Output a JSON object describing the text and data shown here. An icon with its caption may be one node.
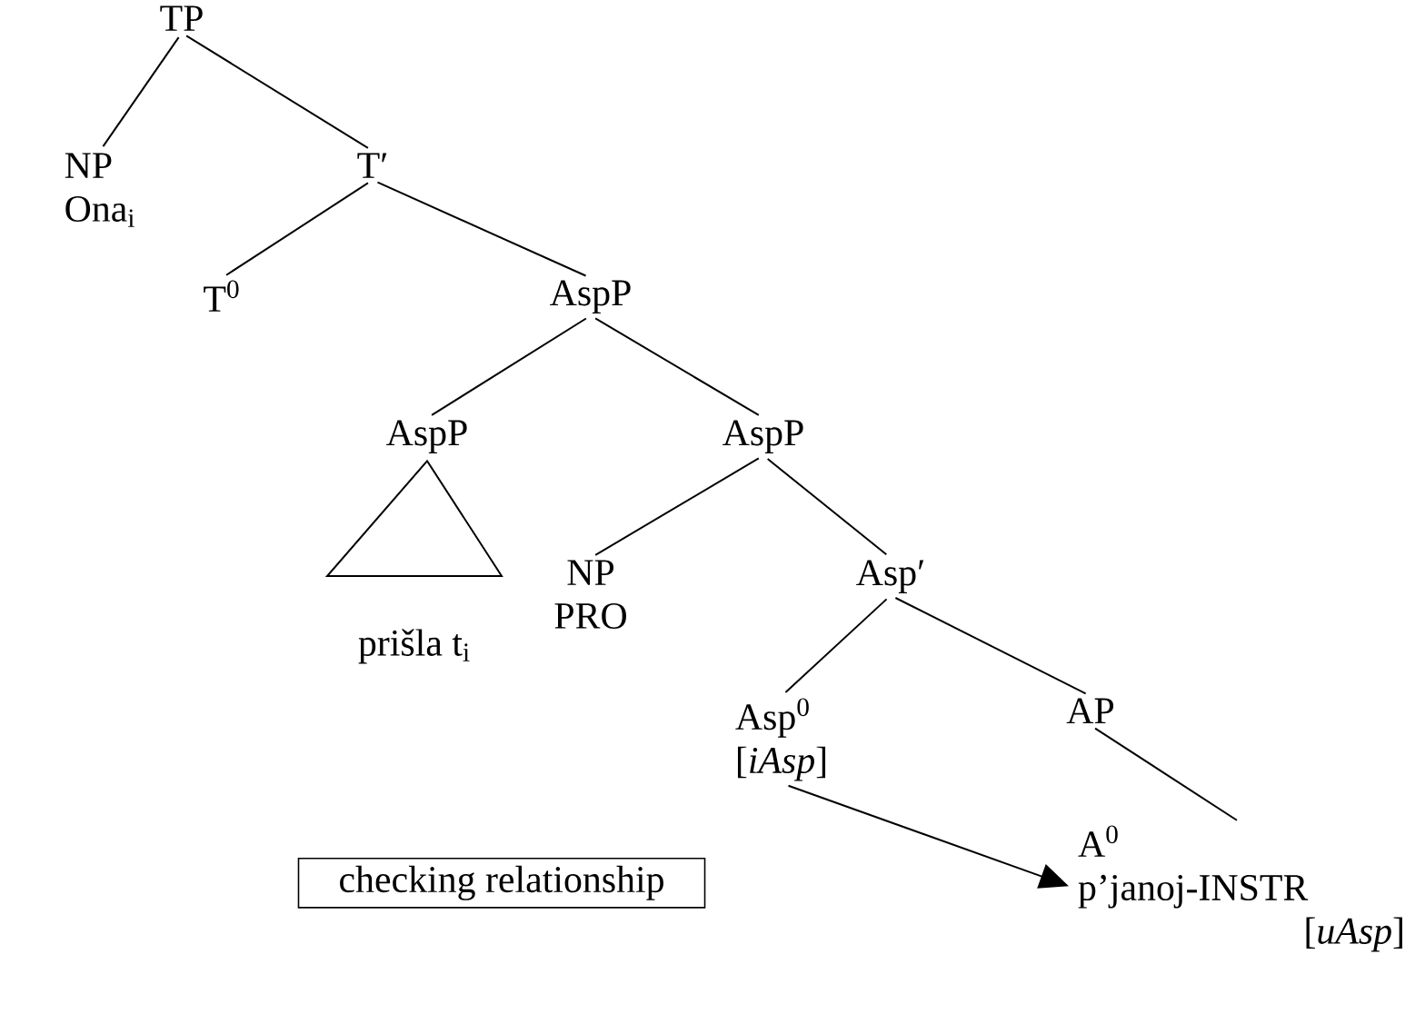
{
  "diagram": {
    "nodes": [
      {
        "text": [
          "TP"
        ]
      },
      {
        "text": [
          "NP",
          "Ona$_{i}$"
        ]
      },
      {
        "text": [
          "T′"
        ]
      },
      {
        "text": [
          "T$^{0}$"
        ]
      },
      {
        "text": [
          "AspP"
        ]
      },
      {
        "text": [
          "AspP"
        ]
      },
      {
        "text": [
          "AspP"
        ]
      },
      {
        "text": [
          "prišla  t$_{i}$"
        ]
      },
      {
        "text": [
          "NP",
          "PRO"
        ]
      },
      {
        "text": [
          "Asp′"
        ]
      },
      {
        "text": [
          "Asp$^{0}$",
          "[*iAsp*]"
        ]
      },
      {
        "text": [
          "AP"
        ]
      },
      {
        "text": [
          "A$^{0}$",
          "p’janoj-INSTR",
          "[*uAsp*]"
        ]
      },
      {
        "text": [
          "checking relationship"
        ]
      }
    ],
    "edges": [
      {
        "from": 0,
        "to": 1,
        "arrow": "none"
      },
      {
        "from": 0,
        "to": 2,
        "arrow": "none"
      },
      {
        "from": 2,
        "to": 3,
        "arrow": "none"
      },
      {
        "from": 2,
        "to": 4,
        "arrow": "none"
      },
      {
        "from": 4,
        "to": 5,
        "arrow": "none"
      },
      {
        "from": 4,
        "to": 6,
        "arrow": "none"
      },
      {
        "from": 5,
        "to": 7,
        "arrow": "none"
      },
      {
        "from": 6,
        "to": 8,
        "arrow": "none"
      },
      {
        "from": 6,
        "to": 9,
        "arrow": "none"
      },
      {
        "from": 9,
        "to": 10,
        "arrow": "none"
      },
      {
        "from": 9,
        "to": 11,
        "arrow": "none"
      },
      {
        "from": 11,
        "to": 12,
        "arrow": "none"
      },
      {
        "from": 10,
        "to": 12,
        "arrow": "to"
      }
    ]
  }
}
